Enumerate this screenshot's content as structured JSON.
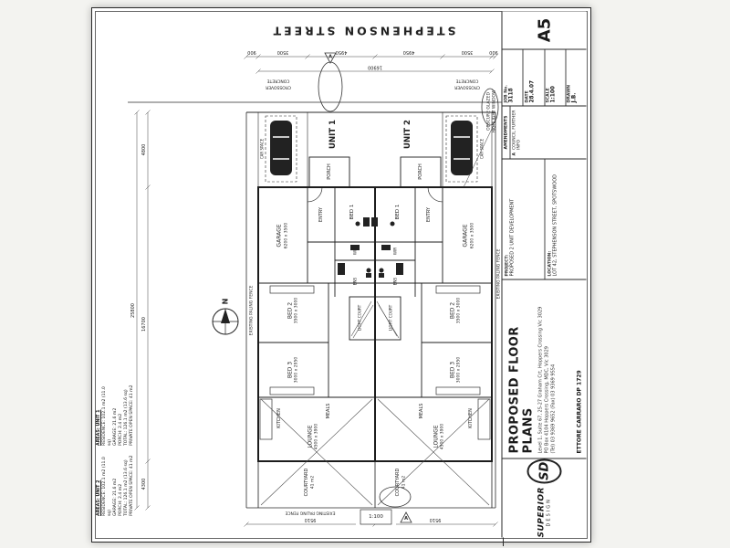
{
  "page": {
    "street": "STEPHENSON STREET"
  },
  "plan": {
    "unit1": "UNIT 1",
    "unit2": "UNIT 2",
    "north": "N",
    "rooms": {
      "porch": "PORCH",
      "entry": "ENTRY",
      "garage": "GARAGE",
      "garage_size": "6200 x 3500",
      "bed1": "BED 1",
      "wir": "WIR",
      "ens": "ENS",
      "light_court": "LIGHT COURT",
      "bed2": "BED 2",
      "bed2_size": "3500 x 3000",
      "bed3": "BED 3",
      "bed3_size": "3000 x 2950",
      "kitchen": "KITCHEN",
      "meals": "MEALS",
      "lounge": "LOUNGE",
      "lounge_size": "4500 x 3900",
      "courtyard": "COURTYARD",
      "courtyard_area": "41 m2",
      "car_space": "CAR SPACE"
    },
    "annotations": {
      "concrete": "CONCRETE",
      "crossover": "CROSSOVER",
      "obscure_glazed": "OBSCURE GLAZED",
      "highlight_window": "HIGHLIGHT WINDOW",
      "fence": "EXISTING PALING FENCE",
      "rev_marker": "A",
      "scale_note": "1:100"
    },
    "dims": {
      "top": [
        "900",
        "3500",
        "4950",
        "4950",
        "3500",
        "900"
      ],
      "top_total": "16900",
      "left": [
        "4800",
        "16700",
        "4300"
      ],
      "left_total": "25800",
      "bottom": [
        "9510",
        "9510"
      ]
    }
  },
  "areas": {
    "unit1": {
      "title": "AREAS: UNIT 1",
      "lines": [
        "RESIDENCE: 102.1 m2 (11.0 sq)",
        "GARAGE: 21.6 m2",
        "PORCH: 2.4 m2",
        "TOTAL: 126.1 m2 (13.6 sq)",
        "PRIVATE OPEN SPACE: 41 m2"
      ]
    },
    "unit2": {
      "title": "AREAS: UNIT 2",
      "lines": [
        "RESIDENCE: 102.1 m2 (11.0 sq)",
        "GARAGE: 21.6 m2",
        "PORCH: 2.4 m2",
        "TOTAL: 126.1 m2 (13.6 sq)",
        "PRIVATE OPEN SPACE: 41 m2"
      ]
    }
  },
  "title_block": {
    "title": "PROPOSED FLOOR PLANS",
    "address_lines": [
      "Level 1, Suite 67, 25-27 Graham Crt, Hoppers Crossing Vic 3029",
      "PO Box 4104 Hoppers Crossing, MDC, Vic 3029",
      "(Tel) 03 9369 9652   (Fax) 03 9369 9554"
    ],
    "client": "ETTORE CARRARO   DP 1729",
    "project_label": "PROJECT:",
    "project": "PROPOSED 2 UNIT DEVELOPMENT",
    "location_label": "LOCATION:",
    "location": "LOT 42, STEPHENSON STREET, SPOTSWOOD",
    "amendments_label": "AMENDMENTS",
    "amendment_marker": "A",
    "amendment_text": "COUNCIL FURTHER INFO",
    "fields": [
      {
        "label": "JOB No.",
        "value": "3118"
      },
      {
        "label": "DATE",
        "value": "28.4.07"
      },
      {
        "label": "SCALE",
        "value": "1:100"
      },
      {
        "label": "DRAWN",
        "value": "J.B."
      }
    ],
    "sheet_no": "A5",
    "logo": {
      "word1": "SUPERIOR",
      "word2": "DESIGN",
      "monogram": "SD"
    }
  }
}
